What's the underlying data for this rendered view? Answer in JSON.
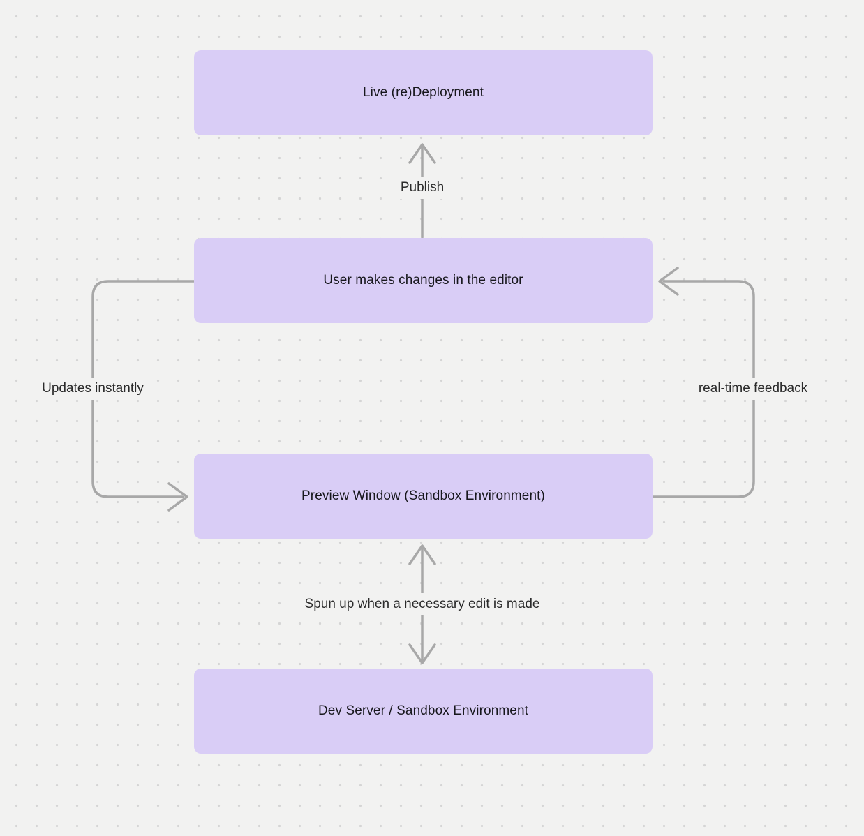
{
  "canvas": {
    "background": "#f2f2f1",
    "dot_color": "#d5d5d5"
  },
  "diagram": {
    "nodes": [
      {
        "id": "live-redeployment",
        "label": "Live (re)Deployment"
      },
      {
        "id": "user-changes",
        "label": "User makes changes in the editor"
      },
      {
        "id": "preview-window",
        "label": "Preview Window (Sandbox Environment)"
      },
      {
        "id": "dev-server",
        "label": "Dev Server / Sandbox Environment"
      }
    ],
    "edges": [
      {
        "id": "publish",
        "label": "Publish"
      },
      {
        "id": "updates-instantly",
        "label": "Updates instantly"
      },
      {
        "id": "real-time-feedback",
        "label": "real-time feedback"
      },
      {
        "id": "spun-up",
        "label": "Spun up when a necessary edit is made"
      }
    ],
    "colors": {
      "node_fill": "#d9cdf6",
      "node_text": "#17171c",
      "edge_stroke": "#a8a8a8",
      "edge_label_text": "#2b2b2b"
    }
  }
}
